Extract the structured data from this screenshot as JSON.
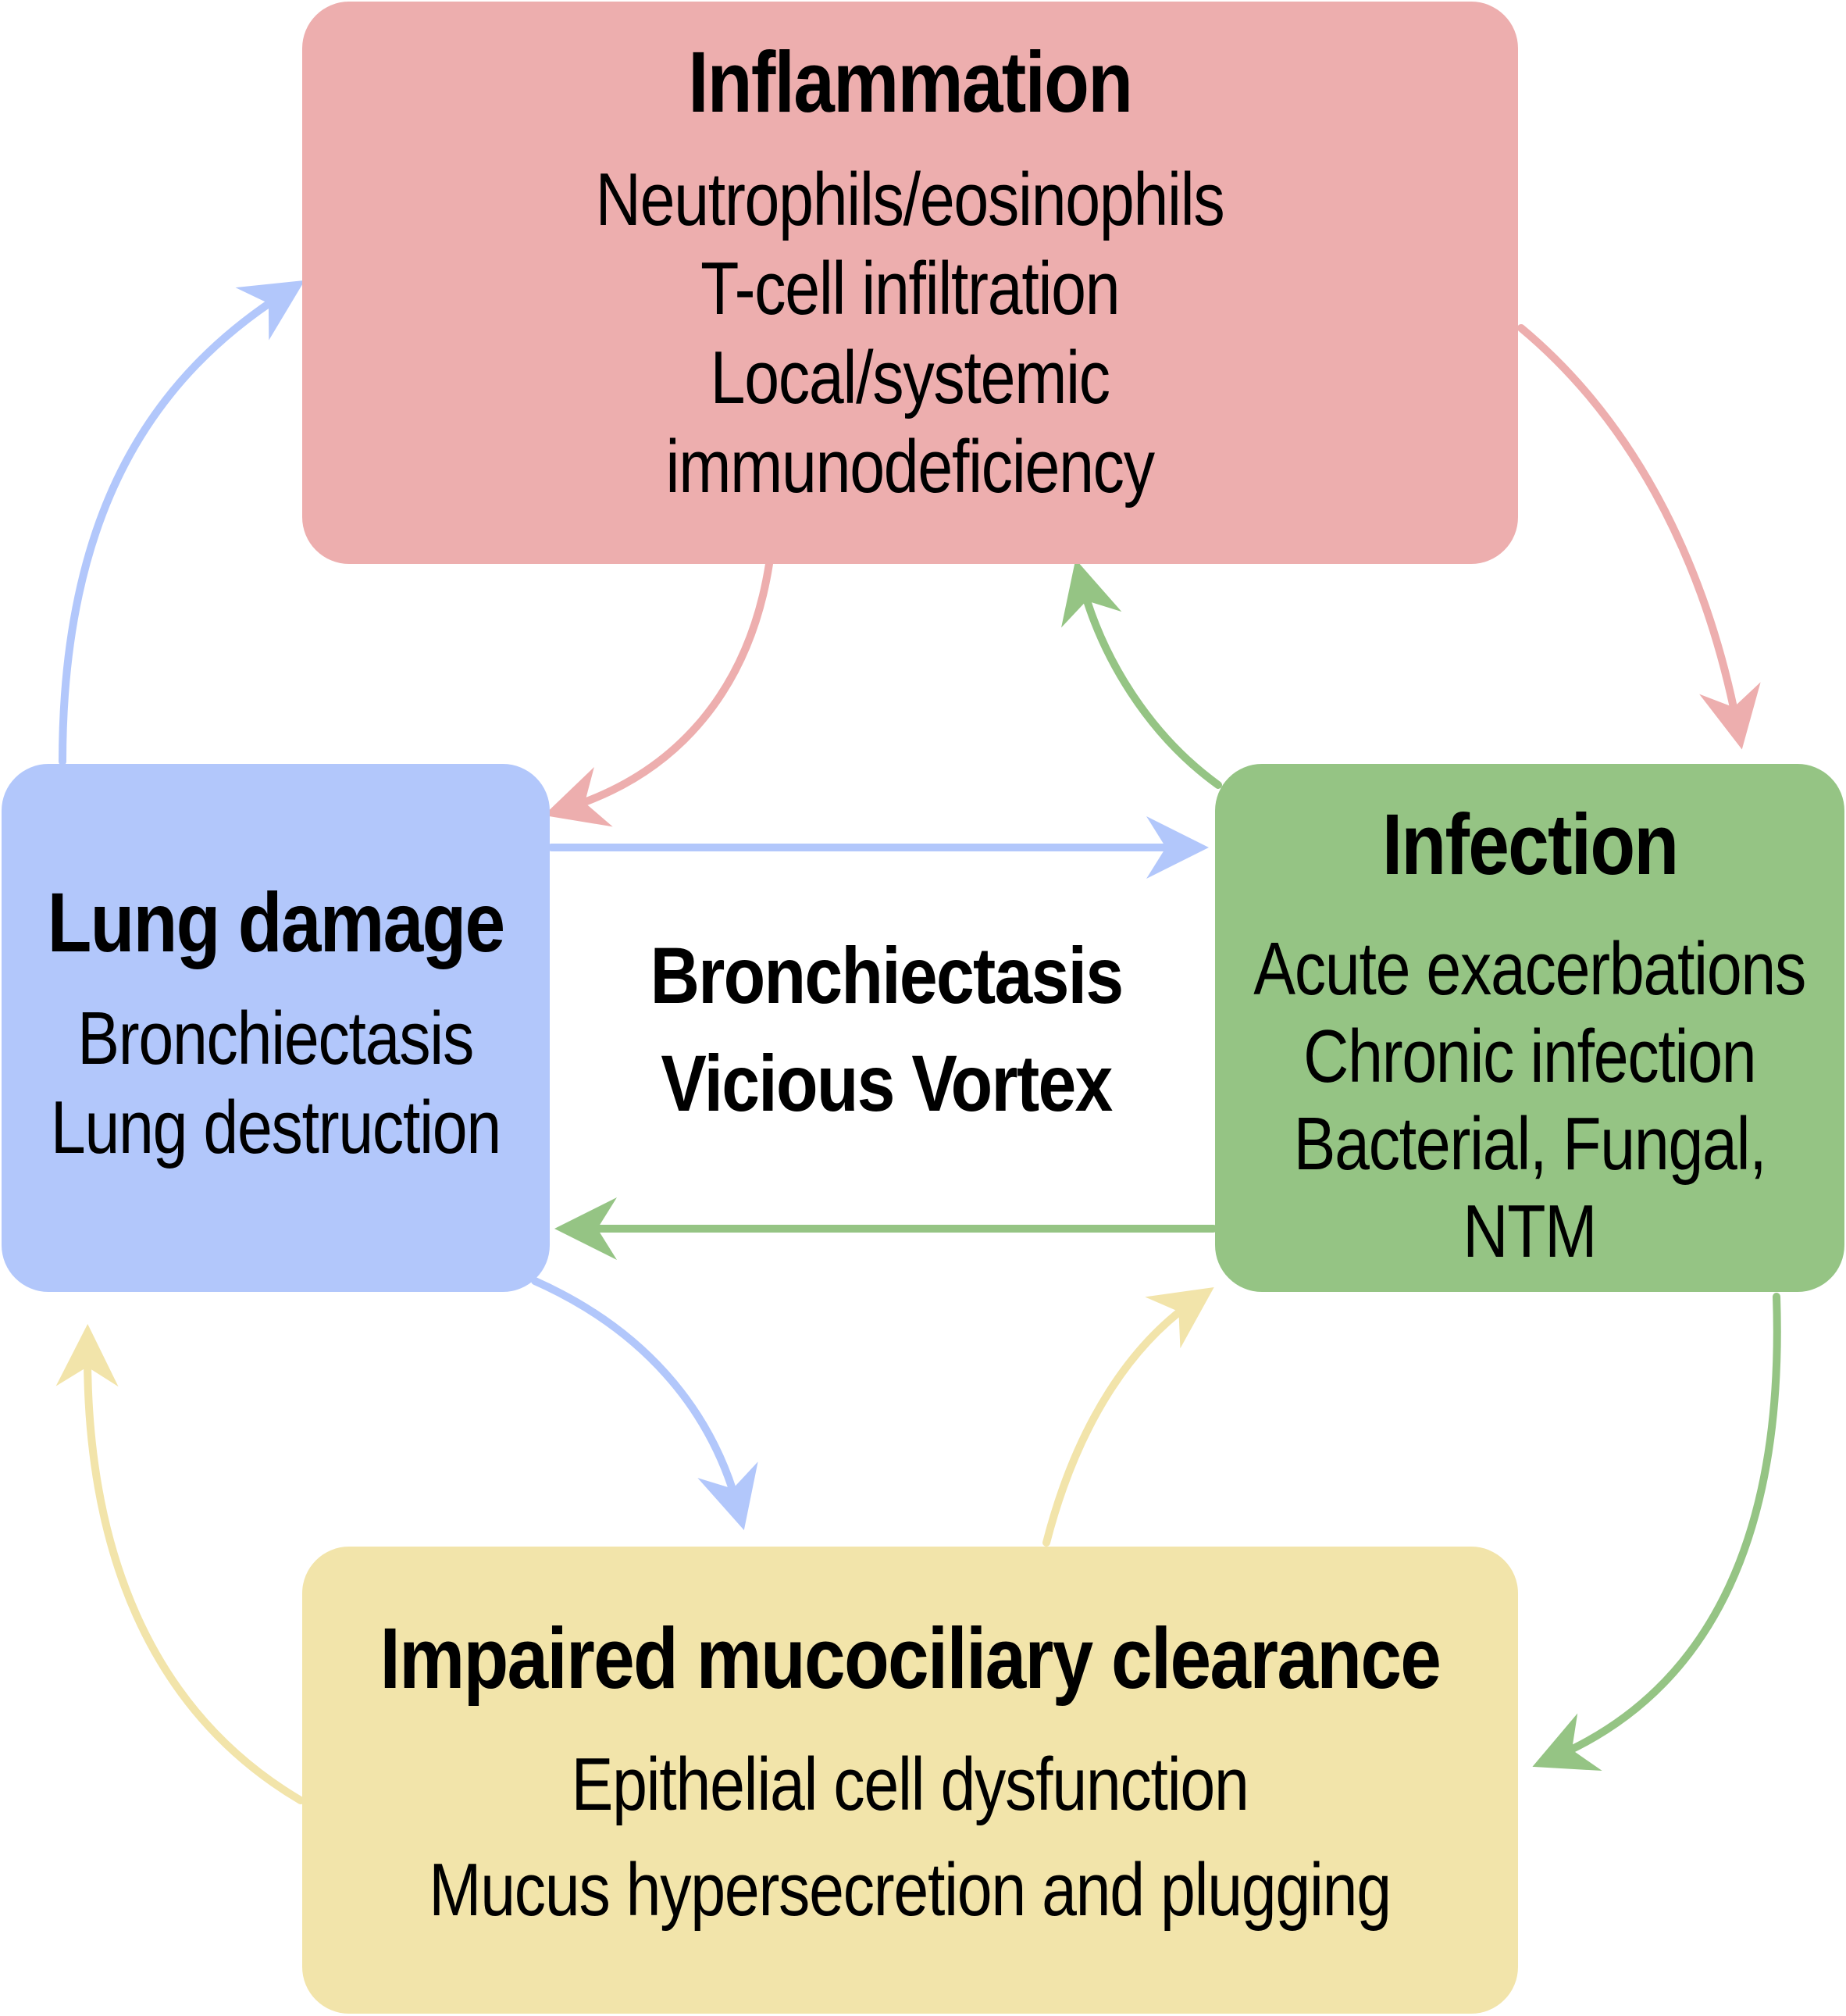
{
  "inflammation": {
    "title": "Inflammation",
    "lines": [
      "Neutrophils/eosinophils",
      "T-cell infiltration",
      "Local/systemic",
      "immunodeficiency"
    ]
  },
  "lung_damage": {
    "title": "Lung damage",
    "lines": [
      "Bronchiectasis",
      "Lung destruction"
    ]
  },
  "infection": {
    "title": "Infection",
    "lines": [
      "Acute exacerbations",
      "Chronic infection",
      "Bacterial, Fungal,",
      "NTM"
    ]
  },
  "mucociliary": {
    "title": "Impaired mucociliary clearance",
    "lines": [
      "Epithelial cell dysfunction",
      "Mucus hypersecretion and plugging"
    ]
  },
  "center": {
    "line1": "Bronchiectasis",
    "line2": "Vicious Vortex"
  },
  "colors": {
    "inflammation": "#edaeae",
    "lung_damage": "#b2c7fb",
    "infection": "#95c484",
    "mucociliary": "#f2e4aa"
  }
}
